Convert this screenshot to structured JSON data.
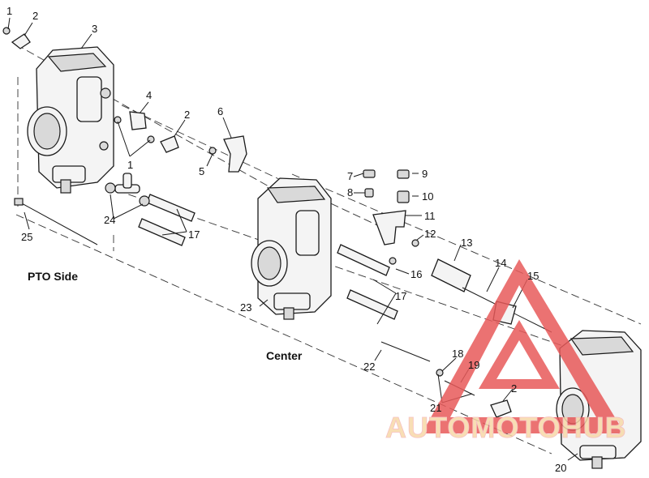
{
  "labels": {
    "pto_side": "PTO Side",
    "center": "Center"
  },
  "callouts": [
    {
      "id": "c1a",
      "text": "1"
    },
    {
      "id": "c2a",
      "text": "2"
    },
    {
      "id": "c3",
      "text": "3"
    },
    {
      "id": "c4",
      "text": "4"
    },
    {
      "id": "c2b",
      "text": "2"
    },
    {
      "id": "c1b",
      "text": "1"
    },
    {
      "id": "c6",
      "text": "6"
    },
    {
      "id": "c5",
      "text": "5"
    },
    {
      "id": "c7",
      "text": "7"
    },
    {
      "id": "c8",
      "text": "8"
    },
    {
      "id": "c9",
      "text": "9"
    },
    {
      "id": "c10",
      "text": "10"
    },
    {
      "id": "c11",
      "text": "11"
    },
    {
      "id": "c12",
      "text": "12"
    },
    {
      "id": "c13",
      "text": "13"
    },
    {
      "id": "c14",
      "text": "14"
    },
    {
      "id": "c15",
      "text": "15"
    },
    {
      "id": "c16",
      "text": "16"
    },
    {
      "id": "c17a",
      "text": "17"
    },
    {
      "id": "c17b",
      "text": "17"
    },
    {
      "id": "c18",
      "text": "18"
    },
    {
      "id": "c19",
      "text": "19"
    },
    {
      "id": "c20",
      "text": "20"
    },
    {
      "id": "c21",
      "text": "21"
    },
    {
      "id": "c2c",
      "text": "2"
    },
    {
      "id": "c22",
      "text": "22"
    },
    {
      "id": "c23",
      "text": "23"
    },
    {
      "id": "c24",
      "text": "24"
    },
    {
      "id": "c25",
      "text": "25"
    }
  ],
  "watermark": {
    "text": "AUTOMOTOHUB",
    "color_primary": "#f5b8b8",
    "color_secondary": "#f7d9a8",
    "color_triangle": "#e85a5a"
  }
}
